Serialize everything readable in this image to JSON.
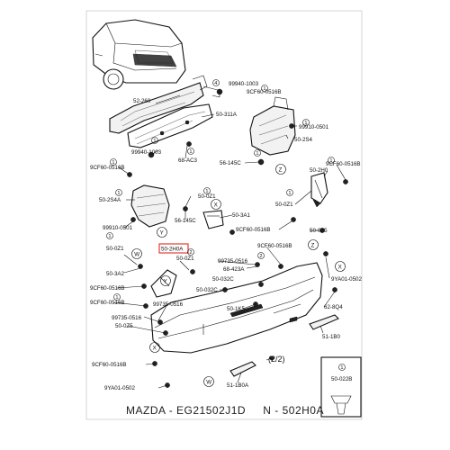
{
  "labels": {
    "l1": "99940-1003",
    "l2": "9CF60-0516B",
    "l3": "52-260",
    "l4": "50-311A",
    "l5": "99910-0501",
    "l6": "50-2S4",
    "l7": "99940-1003",
    "l8": "68-AC3",
    "l9": "56-145C",
    "l10": "9CF60-0516B",
    "l11": "50-2S4A",
    "l12": "50-0Z1",
    "l13": "50-2H0",
    "l14": "9CF60-0516B",
    "l15": "50-0Z1",
    "l16": "50-3A1",
    "l17": "56-145C",
    "l18": "99910-0501",
    "l19": "9CF60-0516B",
    "l20": "50-0Z5",
    "l21": "50-2H0A",
    "l22": "50-0Z1",
    "l23": "50-0Z1",
    "l24": "99735-0516",
    "l25": "50-3A2",
    "l26": "68-423A",
    "l27": "9CF60-0516B",
    "l28": "50-032C",
    "l29": "9YA01-0502",
    "l30": "9CF60-0516B",
    "l31": "99735-0516",
    "l32": "50-032C",
    "l33": "50-1K5",
    "l34": "62-8Q4",
    "l35": "99735-0516",
    "l36": "50-0Z5",
    "l37": "9CF60-0516B",
    "l38": "51-1B0",
    "l39": "9CF60-0516B",
    "l40": "9YA01-0502",
    "l41": "(2/2)",
    "l42": "51-1B0A",
    "l43": "50-022B"
  },
  "callouts": {
    "c4": "4",
    "c1a": "1",
    "c1b": "1",
    "c1c": "1",
    "c1d": "1",
    "c1e": "1",
    "c1f": "1",
    "c1g": "1",
    "c1h": "1",
    "c1i": "1",
    "c1j": "1",
    "c1k": "1",
    "c2": "2",
    "c2b": "2",
    "c1l": "1",
    "c1m": "1"
  },
  "markers": {
    "x1": "X",
    "x2": "X",
    "x3": "X",
    "y1": "Y",
    "y2": "Y",
    "w1": "W",
    "w2": "W",
    "z1": "Z",
    "z2": "Z"
  },
  "footer": {
    "brand": "MAZDA",
    "sep1": " - ",
    "part_number": "EG21502J1D",
    "gap": "     ",
    "ref": "N - 502H0A"
  },
  "highlight_color": "#e53935"
}
